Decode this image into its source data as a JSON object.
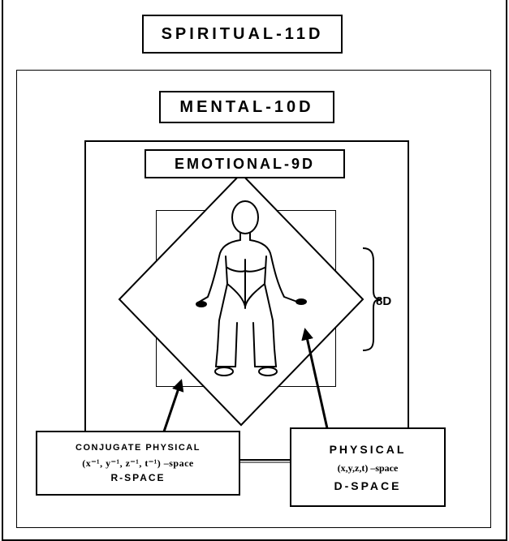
{
  "diagram": {
    "spiritual_label": "SPIRITUAL-11D",
    "mental_label": "MENTAL-10D",
    "emotional_label": "EMOTIONAL-9D",
    "physical_dimension_label": "8D",
    "conjugate_physical": {
      "title": "CONJUGATE PHYSICAL",
      "formula": "(x⁻¹, y⁻¹, z⁻¹, t⁻¹) –space",
      "subtitle": "R-SPACE"
    },
    "physical": {
      "title": "PHYSICAL",
      "formula": "(x,y,z,t) –space",
      "subtitle": "D-SPACE"
    },
    "colors": {
      "line": "#000000",
      "background": "#ffffff"
    },
    "icons": [
      "human-figure-icon",
      "bracket-icon",
      "arrow-icon"
    ]
  }
}
